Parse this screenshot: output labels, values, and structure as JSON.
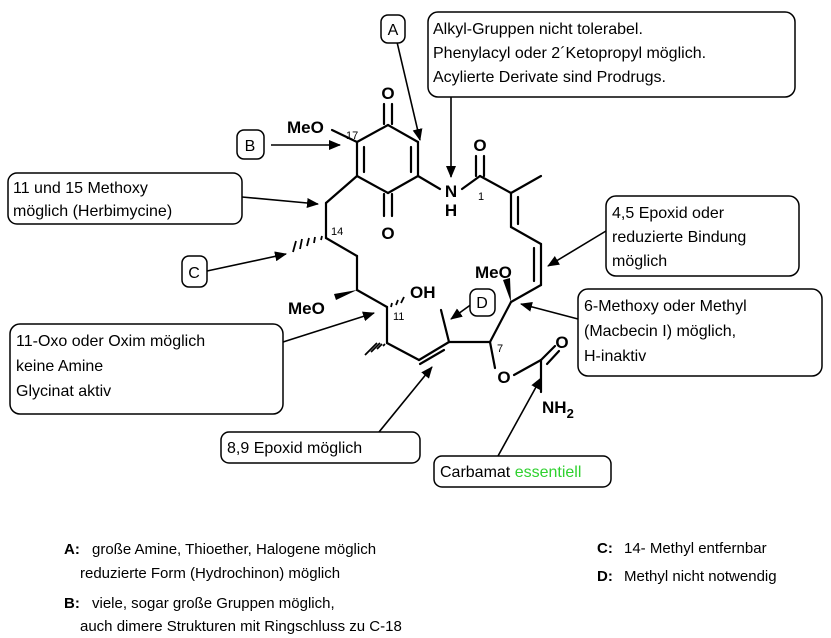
{
  "labels": {
    "A": "A",
    "B": "B",
    "C": "C",
    "D": "D"
  },
  "atoms": {
    "MeO_17": "MeO",
    "O_top": "O",
    "O_bottom": "O",
    "N": "N",
    "H_N": "H",
    "O_amide": "O",
    "MeO_6": "MeO",
    "OH": "OH",
    "MeO_12": "MeO",
    "O_carbamate_link": "O",
    "O_carbamate": "O",
    "NH2": "NH",
    "NH2_sub": "2"
  },
  "locants": {
    "c1": "1",
    "c7": "7",
    "c11": "11",
    "c14": "14",
    "c17": "17"
  },
  "notes": {
    "top_right": [
      "Alkyl-Gruppen nicht tolerabel.",
      "Phenylacyl oder 2´Ketopropyl möglich.",
      "Acylierte Derivate sind Prodrugs."
    ],
    "left_upper": [
      "11 und 15 Methoxy",
      "möglich (Herbimycine)"
    ],
    "right_upper": [
      "4,5 Epoxid oder",
      "reduzierte Bindung",
      "möglich"
    ],
    "right_lower": {
      "line1": "6-Methoxy oder Methyl",
      "line2": "(Macbecin I) möglich,",
      "line3": "H-inaktiv",
      "line3_color": "#e8201a"
    },
    "left_lower": [
      "11-Oxo oder Oxim möglich",
      "keine Amine",
      "Glycinat aktiv"
    ],
    "bottom_mid": "8,9 Epoxid möglich",
    "carbamat": {
      "prefix": "Carbamat ",
      "highlight": "essentiell",
      "highlight_color": "#2fd12f"
    }
  },
  "legend": {
    "A": {
      "key": "A:",
      "lines": [
        "große Amine, Thioether, Halogene möglich",
        "reduzierte Form (Hydrochinon) möglich"
      ]
    },
    "B": {
      "key": "B:",
      "lines": [
        "viele, sogar große Gruppen möglich,",
        "auch dimere Strukturen mit Ringschluss zu C-18"
      ]
    },
    "C": {
      "key": "C:",
      "lines": [
        "14- Methyl entfernbar"
      ]
    },
    "D": {
      "key": "D:",
      "lines": [
        "Methyl nicht notwendig"
      ]
    }
  }
}
